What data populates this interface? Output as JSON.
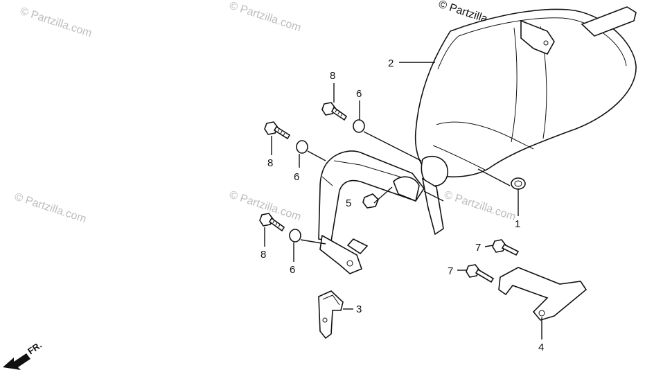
{
  "watermark": {
    "text": "© Partzilla.com",
    "color": "#bdbdbd"
  },
  "callouts": {
    "c1": "1",
    "c2": "2",
    "c3": "3",
    "c4": "4",
    "c5": "5",
    "c6a": "6",
    "c6b": "6",
    "c6c": "6",
    "c7a": "7",
    "c7b": "7",
    "c8a": "8",
    "c8b": "8",
    "c8c": "8"
  },
  "direction": {
    "label": "FR.",
    "icon": "arrow-front-icon"
  },
  "colors": {
    "ink": "#111111",
    "background": "#ffffff"
  }
}
